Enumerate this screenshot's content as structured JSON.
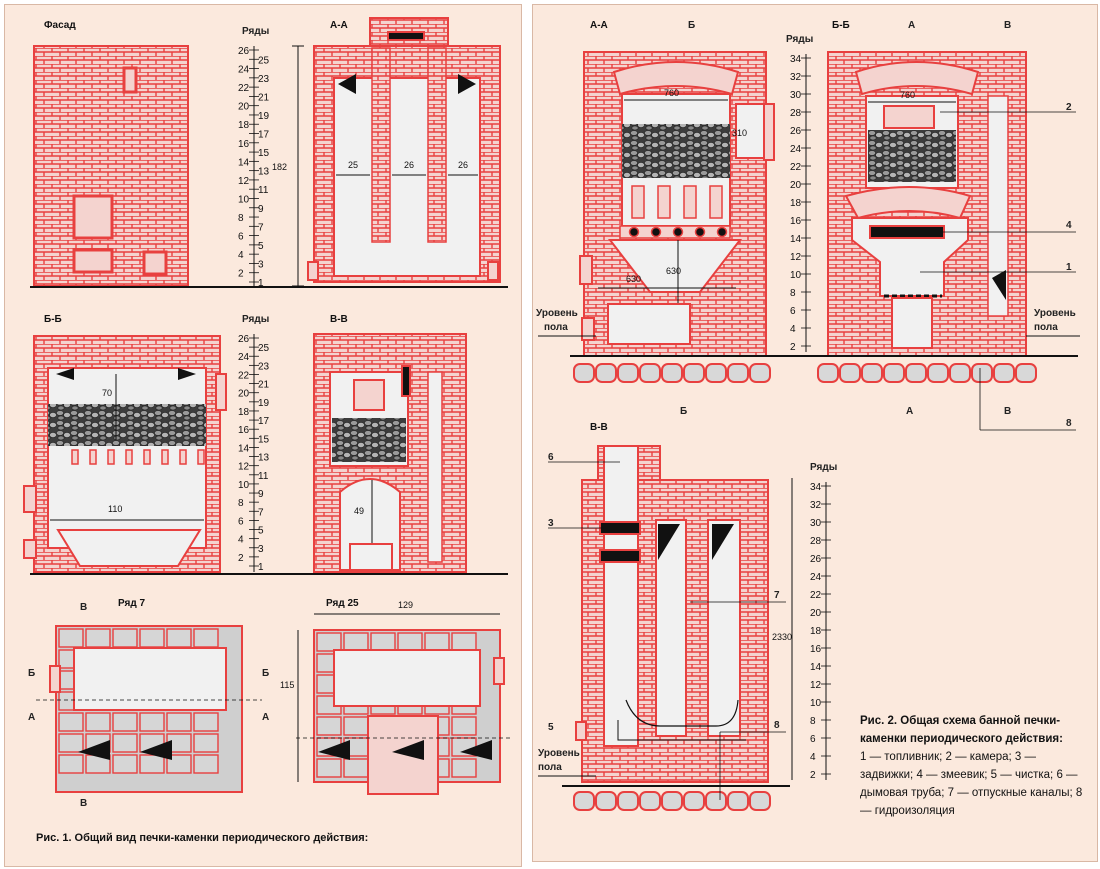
{
  "figure1": {
    "caption": "Рис. 1. Общий вид печки-каменки периодического действия:",
    "views": {
      "facade": "Фасад",
      "aa": "А-А",
      "bb": "Б-Б",
      "vv": "В-В",
      "row7": "Ряд 7",
      "row25": "Ряд 25"
    },
    "rows_label": "Ряды",
    "scale_rows": [
      "26",
      "25",
      "24",
      "23",
      "22",
      "21",
      "20",
      "19",
      "18",
      "17",
      "16",
      "15",
      "14",
      "13",
      "12",
      "11",
      "10",
      "9",
      "8",
      "7",
      "6",
      "5",
      "4",
      "3",
      "2",
      "1"
    ],
    "dims": {
      "height": "182",
      "w25": "25",
      "w26a": "26",
      "w26b": "26",
      "w70": "70",
      "w110": "110",
      "h49": "49",
      "w129": "129",
      "h115": "115"
    },
    "section_marks": {
      "b": "Б",
      "a": "А",
      "v": "В"
    }
  },
  "figure2": {
    "caption_title": "Рис. 2. Общая схема банной печки-каменки периодического действия:",
    "legend": "1 — топливник; 2 — камера; 3 — задвижки; 4 — змеевик; 5 — чистка; 6 — дымовая труба; 7 — отпускные каналы; 8 — гидроизоляция",
    "views": {
      "aa": "А-А",
      "bb": "Б-Б",
      "vv": "В-В"
    },
    "rows_label": "Ряды",
    "scale_rows": [
      "34",
      "32",
      "30",
      "28",
      "26",
      "24",
      "22",
      "20",
      "18",
      "16",
      "14",
      "12",
      "10",
      "8",
      "6",
      "4",
      "2"
    ],
    "dims": {
      "w760a": "760",
      "w760b": "760",
      "h310": "310",
      "w630": "630",
      "h630": "630",
      "h2330": "2330"
    },
    "floor_label_1": "Уровень",
    "floor_label_2": "пола",
    "numbers": [
      "1",
      "2",
      "3",
      "4",
      "5",
      "6",
      "7",
      "8"
    ],
    "section_marks": {
      "b": "Б",
      "a": "А",
      "v": "В"
    }
  },
  "colors": {
    "brick": "#ef3b3b",
    "mortar": "#f4d3cf",
    "stone": "#555555",
    "panel": "#fbe9dd"
  }
}
